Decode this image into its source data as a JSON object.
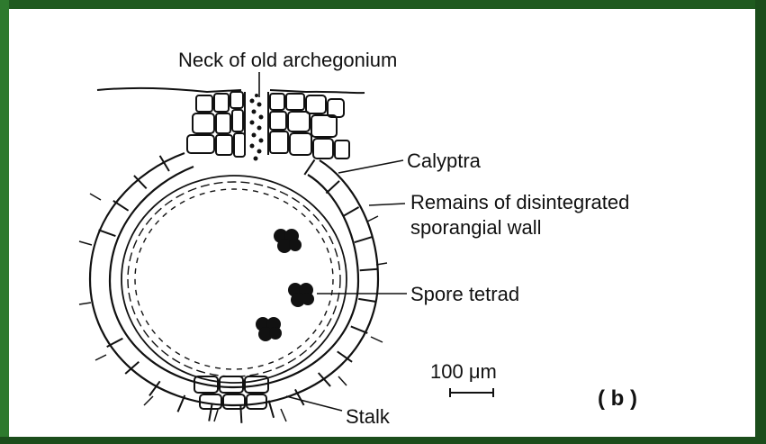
{
  "labels": {
    "neck": "Neck of old archegonium",
    "calyptra": "Calyptra",
    "remains_line1": "Remains of disintegrated",
    "remains_line2": "sporangial wall",
    "spore_tetrad": "Spore tetrad",
    "stalk": "Stalk",
    "scale_bar": "100 μm",
    "panel": "( b )"
  },
  "colors": {
    "frame": "#1f5a1f",
    "background": "#ffffff",
    "ink": "#111111"
  }
}
